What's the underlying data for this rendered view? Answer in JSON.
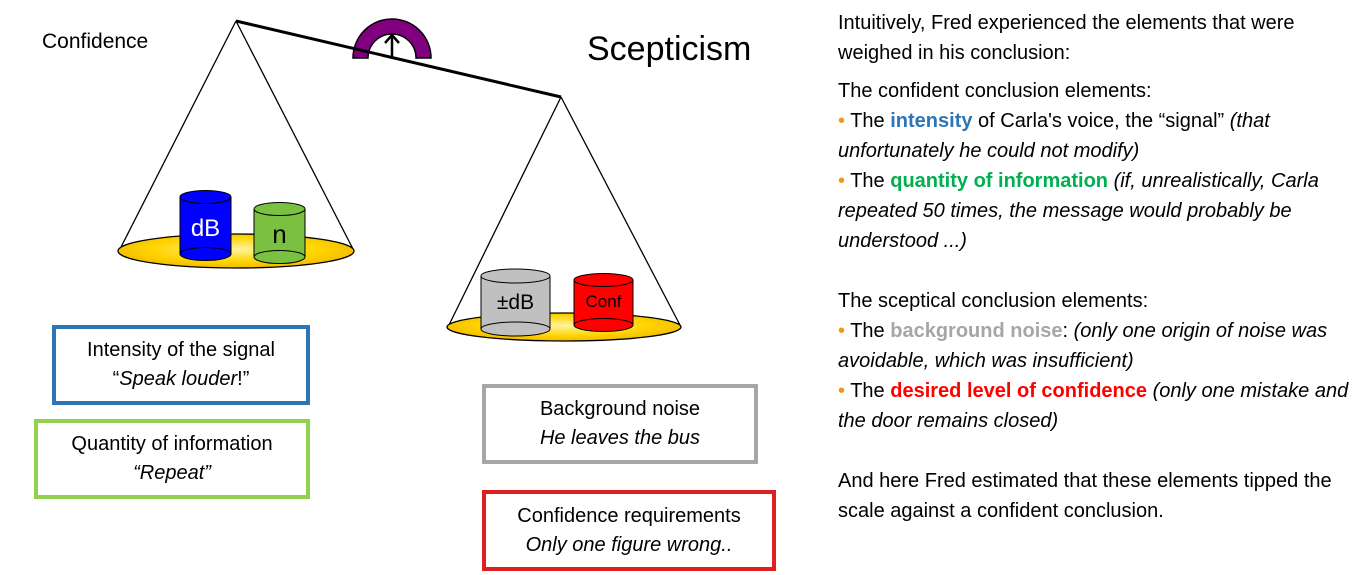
{
  "scale": {
    "left_label": "Confidence",
    "right_label": "Scepticism",
    "left_weights": [
      {
        "label": "dB",
        "color": "#0000ff",
        "text_color": "#ffffff"
      },
      {
        "label": "n",
        "color": "#7ac142",
        "text_color": "#000000"
      }
    ],
    "right_weights": [
      {
        "label": "±dB",
        "color": "#c0c0c0",
        "text_color": "#000000"
      },
      {
        "label": "Conf",
        "color": "#ff0000",
        "text_color": "#000000"
      }
    ],
    "colors": {
      "pan": "#ffd400",
      "gauge": "#800080"
    }
  },
  "boxes": {
    "intensity": {
      "title": "Intensity of  the signal",
      "sub_open": "“",
      "sub_italic": "Speak louder",
      "sub_close": "!”",
      "color": "#2e75b6"
    },
    "quantity": {
      "title": "Quantity of information",
      "sub": "“Repeat”",
      "color": "#92d050"
    },
    "background": {
      "title": "Background noise",
      "sub": "He leaves the bus",
      "color": "#a6a6a6"
    },
    "confidence": {
      "title": "Confidence requirements",
      "sub": "Only one figure wrong..",
      "color": "#e02020"
    }
  },
  "text": {
    "intro": "Intuitively,  Fred experienced the elements that were  weighed in his conclusion:",
    "confident_heading": "The confident conclusion elements:",
    "b1_pre": "The ",
    "b1_kw": "intensity",
    "b1_mid": " of Carla's voice, the “signal” ",
    "b1_it": "(that unfortunately he could not modify)",
    "b2_pre": "The ",
    "b2_kw": "quantity of information",
    "b2_mid": " ",
    "b2_it": "(if, unrealistically, Carla repeated 50 times, the message would probably be understood ...)",
    "sceptical_heading": "The sceptical conclusion elements:",
    "b3_pre": "The ",
    "b3_kw": "background  noise",
    "b3_mid": ": ",
    "b3_it": "(only one origin of noise was avoidable, which was insufficient)",
    "b4_pre": "The ",
    "b4_kw": "desired level of confidence",
    "b4_mid": " ",
    "b4_it": "(only one mistake and the door remains closed)",
    "conclusion": "And here Fred estimated that these elements tipped the scale against a confident conclusion.",
    "bullet": "•",
    "colors": {
      "intensity": "#2e75b6",
      "quantity": "#00b050",
      "background": "#a6a6a6",
      "confidence": "#ff0000",
      "bullet": "#f0961e"
    }
  }
}
